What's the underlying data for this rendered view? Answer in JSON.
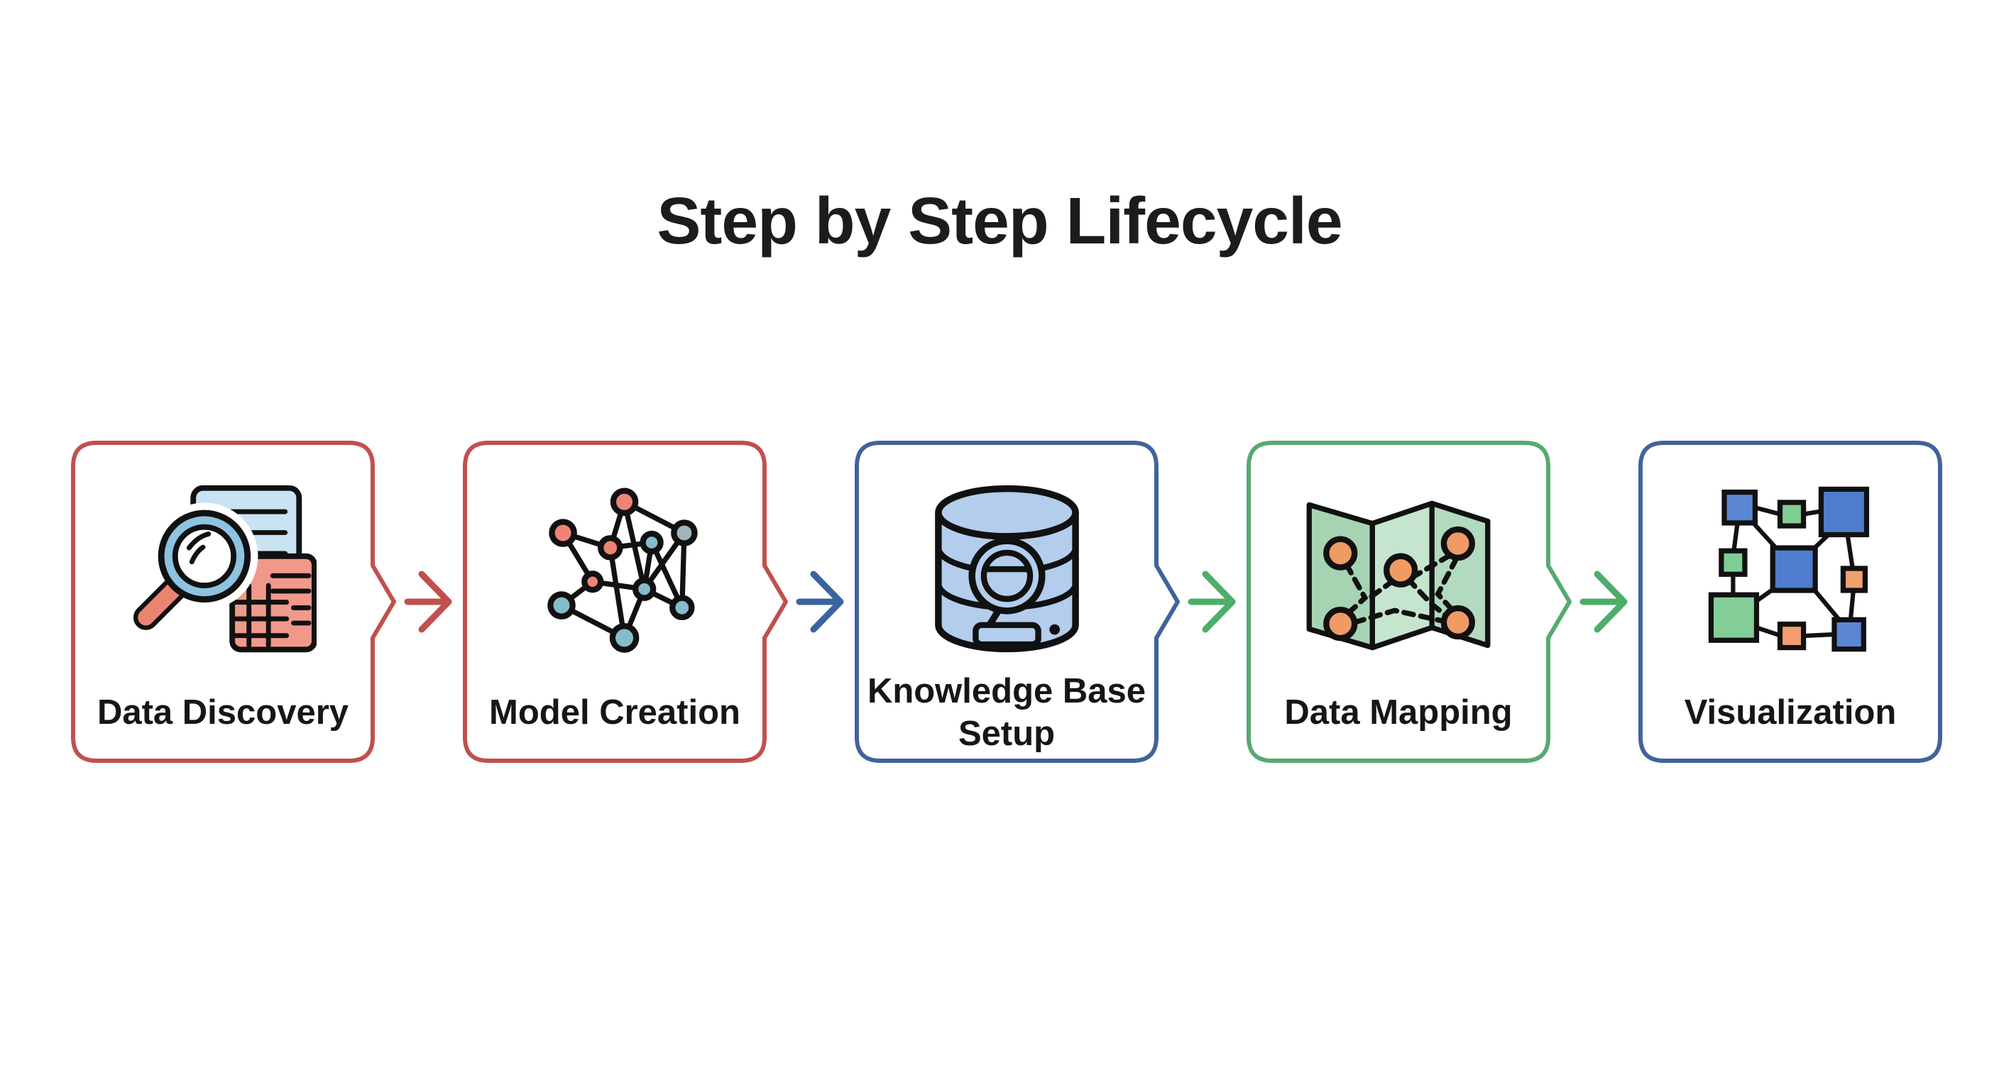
{
  "title": "Step by Step Lifecycle",
  "steps": [
    {
      "label": "Data Discovery",
      "icon": "search-documents-icon",
      "border_color": "#c0504d"
    },
    {
      "label": "Model Creation",
      "icon": "network-graph-icon",
      "border_color": "#c0504d"
    },
    {
      "label": "Knowledge Base Setup",
      "icon": "database-search-icon",
      "border_color": "#41639a"
    },
    {
      "label": "Data Mapping",
      "icon": "folded-map-icon",
      "border_color": "#57a971"
    },
    {
      "label": "Visualization",
      "icon": "node-link-diagram-icon",
      "border_color": "#41639a"
    }
  ],
  "connectors": [
    {
      "color": "#c0504d"
    },
    {
      "color": "#3a64a0"
    },
    {
      "color": "#4cae68"
    },
    {
      "color": "#4cae68"
    }
  ],
  "palette": {
    "red": "#c0504d",
    "blue": "#41639a",
    "green": "#57a971",
    "salmon": "#ee8476",
    "light_blue_doc": "#c9e3f3",
    "light_blue_db": "#b3cdec",
    "teal_node": "#85bccb",
    "light_green_map": "#c6e5cf",
    "orange_dot": "#f09a64",
    "text": "#161616"
  }
}
